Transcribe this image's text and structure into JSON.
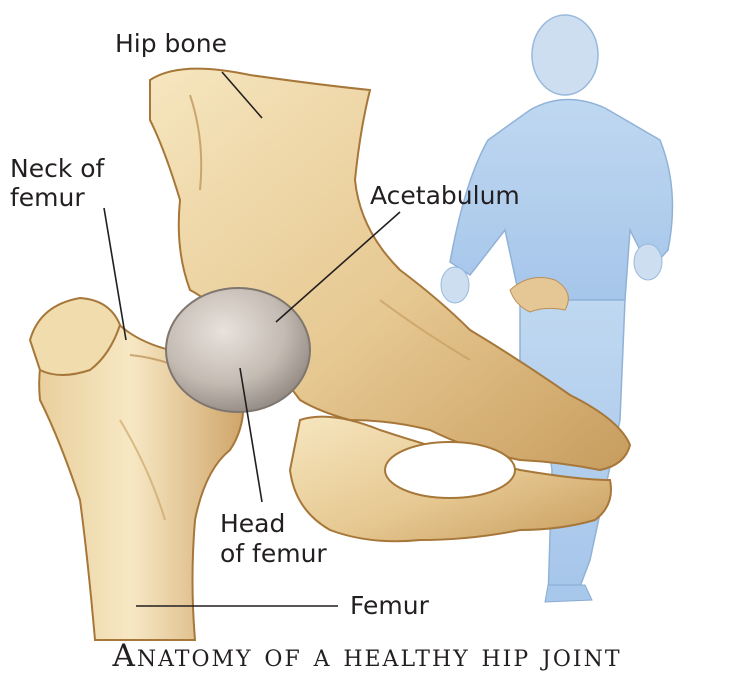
{
  "labels": {
    "hip_bone": "Hip bone",
    "neck_line1": "Neck of",
    "neck_line2": "femur",
    "acetabulum": "Acetabulum",
    "head_line1": "Head",
    "head_line2": "of femur",
    "femur": "Femur"
  },
  "caption": "Anatomy of a healthy hip joint",
  "colors": {
    "bone_light": "#f3deb0",
    "bone_mid": "#e2c08a",
    "bone_dark": "#b98c4e",
    "cartilage": "#bcb4ad",
    "figure_blue": "#a9c9ec",
    "figure_skin": "#c9dbee",
    "line": "#231f20"
  }
}
